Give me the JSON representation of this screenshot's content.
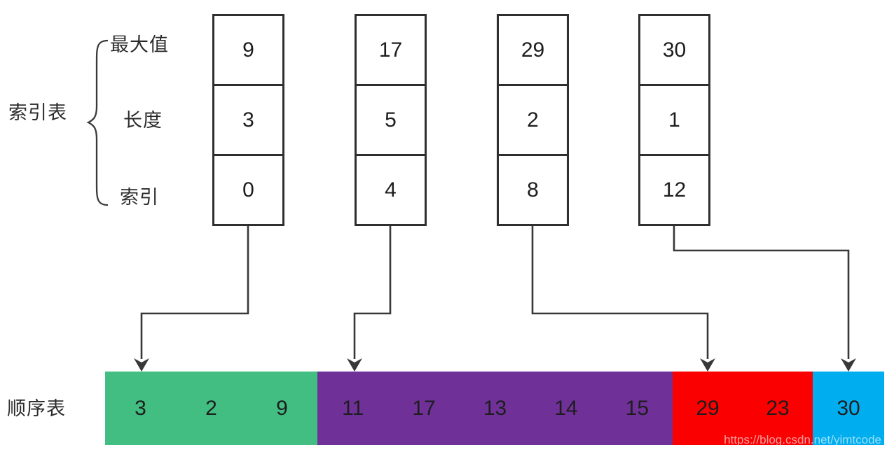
{
  "title_labels": {
    "index_table": "索引表",
    "row_max": "最大值",
    "row_length": "长度",
    "row_index": "索引",
    "sequence_table": "顺序表"
  },
  "index_tables": [
    {
      "values": [
        "9",
        "3",
        "0"
      ]
    },
    {
      "values": [
        "17",
        "5",
        "4"
      ]
    },
    {
      "values": [
        "29",
        "2",
        "8"
      ]
    },
    {
      "values": [
        "30",
        "1",
        "12"
      ]
    }
  ],
  "sequence_table": {
    "segments": [
      {
        "color": "#42BE82",
        "values": [
          "3",
          "2",
          "9"
        ]
      },
      {
        "color": "#6F3198",
        "values": [
          "11",
          "17",
          "13",
          "14",
          "15"
        ]
      },
      {
        "color": "#FB0000",
        "values": [
          "29",
          "23"
        ]
      },
      {
        "color": "#00AEEF",
        "values": [
          "30"
        ]
      }
    ]
  },
  "watermark": "https://blog.csdn.net/yimtcode",
  "colors": {
    "line": "#383838",
    "box_border": "#2f2f2f",
    "text": "#1d1d1d"
  }
}
